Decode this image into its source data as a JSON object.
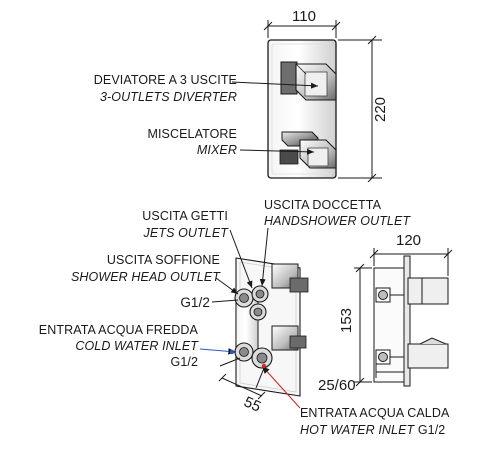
{
  "dimensions": {
    "top_width": "110",
    "top_height": "220",
    "side_width": "120",
    "side_height": "153",
    "side_offset": "25/60",
    "front_spacing": "55"
  },
  "labels": {
    "diverter_it": "DEVIATORE A 3 USCITE",
    "diverter_en": "3-OUTLETS DIVERTER",
    "mixer_it": "MISCELATORE",
    "mixer_en": "MIXER",
    "jets_it": "USCITA GETTI",
    "jets_en": "JETS OUTLET",
    "handshower_it": "USCITA DOCCETTA",
    "handshower_en": "HANDSHOWER OUTLET",
    "showerhead_it": "USCITA SOFFIONE",
    "showerhead_en": "SHOWER HEAD OUTLET",
    "thread_top": "G1/2",
    "cold_it": "ENTRATA ACQUA FREDDA",
    "cold_en": "COLD WATER INLET",
    "thread_cold": "G1/2",
    "hot_it": "ENTRATA ACQUA CALDA",
    "hot_en": "HOT WATER INLET",
    "thread_hot": "G1/2"
  },
  "colors": {
    "line": "#1a1a1a",
    "chrome": "#c8c8c8",
    "cold_marker": "#2a57c9",
    "hot_marker": "#d12a2a"
  }
}
